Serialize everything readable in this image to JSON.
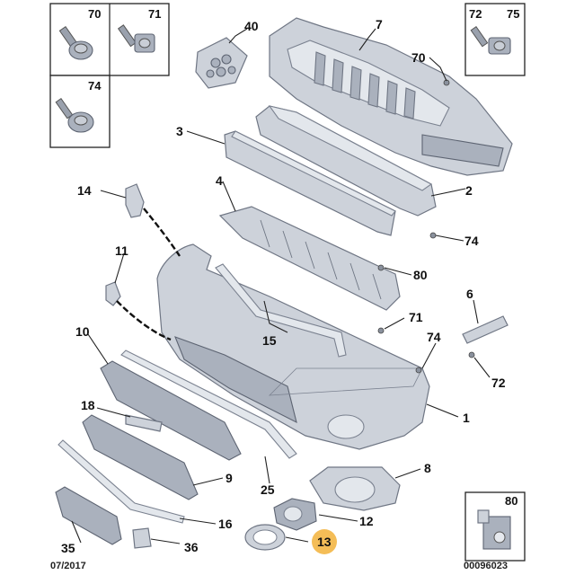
{
  "callouts": [
    {
      "id": "1",
      "label": "1"
    },
    {
      "id": "2",
      "label": "2"
    },
    {
      "id": "3",
      "label": "3"
    },
    {
      "id": "4",
      "label": "4"
    },
    {
      "id": "6",
      "label": "6"
    },
    {
      "id": "7",
      "label": "7"
    },
    {
      "id": "8",
      "label": "8"
    },
    {
      "id": "9",
      "label": "9"
    },
    {
      "id": "10",
      "label": "10"
    },
    {
      "id": "11",
      "label": "11"
    },
    {
      "id": "12",
      "label": "12"
    },
    {
      "id": "13",
      "label": "13"
    },
    {
      "id": "14",
      "label": "14"
    },
    {
      "id": "15",
      "label": "15"
    },
    {
      "id": "16",
      "label": "16"
    },
    {
      "id": "18",
      "label": "18"
    },
    {
      "id": "25",
      "label": "25"
    },
    {
      "id": "35",
      "label": "35"
    },
    {
      "id": "36",
      "label": "36"
    },
    {
      "id": "40",
      "label": "40"
    },
    {
      "id": "70",
      "label": "70"
    },
    {
      "id": "71a",
      "label": "71"
    },
    {
      "id": "74a",
      "label": "74"
    },
    {
      "id": "74b",
      "label": "74"
    },
    {
      "id": "80",
      "label": "80"
    },
    {
      "id": "72",
      "label": "72"
    }
  ],
  "boxes": {
    "b70": "70",
    "b71": "71",
    "b74": "74",
    "b72": "72",
    "b75": "75",
    "b80": "80"
  },
  "footer": {
    "date": "07/2017",
    "ref": "00096023"
  },
  "highlight_color": "#f2b23a"
}
